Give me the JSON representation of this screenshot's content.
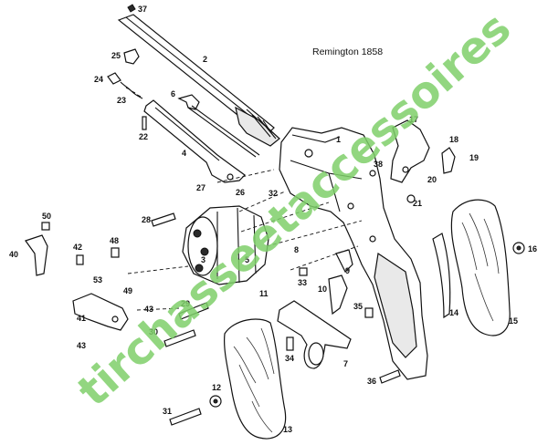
{
  "title": "Remington 1858",
  "watermark": "tirchasseetaccessoires",
  "part_numbers": [
    "37",
    "2",
    "25",
    "24",
    "23",
    "6",
    "22",
    "4",
    "27",
    "26",
    "32",
    "28",
    "1",
    "17",
    "18",
    "19",
    "38",
    "20",
    "21",
    "50",
    "40",
    "42",
    "48",
    "53",
    "49",
    "41",
    "43",
    "3",
    "29",
    "30",
    "11",
    "8",
    "9",
    "33",
    "10",
    "35",
    "14",
    "15",
    "16",
    "7",
    "34",
    "36",
    "12",
    "31",
    "13",
    "5"
  ],
  "colors": {
    "ink": "#111111",
    "watermark": "#7fd06a",
    "background": "#ffffff"
  }
}
